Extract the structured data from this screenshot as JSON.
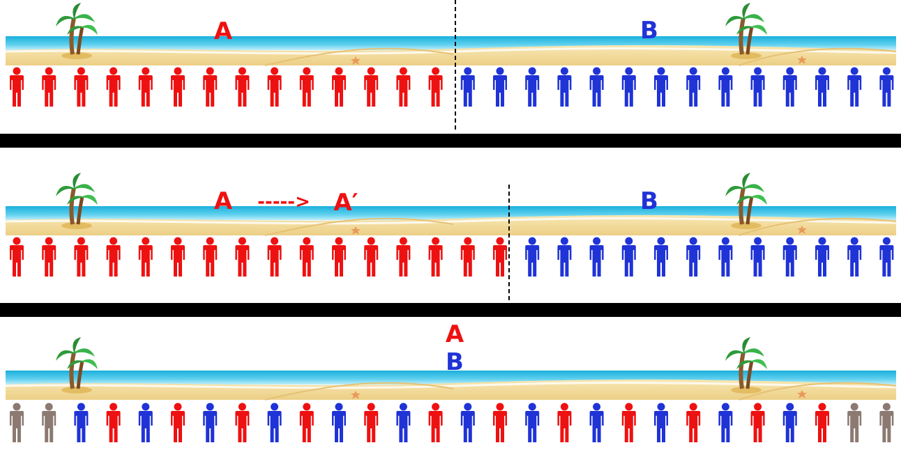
{
  "colors": {
    "seller_a": "#ee1111",
    "seller_b": "#1f33d6",
    "neutral": "#8c7a72",
    "separator_bar": "#000000",
    "sea": "#1fb6e0",
    "sand": "#f3dc9a"
  },
  "icons": [
    "palm-tree-icon",
    "person-icon",
    "starfish-icon"
  ],
  "panels": [
    {
      "id": "initial",
      "labels": [
        {
          "key": "a",
          "text": "A",
          "color": "seller_a"
        },
        {
          "key": "b",
          "text": "B",
          "color": "seller_b"
        }
      ],
      "arrow_text": "",
      "people": [
        "a",
        "a",
        "a",
        "a",
        "a",
        "a",
        "a",
        "a",
        "a",
        "a",
        "a",
        "a",
        "a",
        "a",
        "b",
        "b",
        "b",
        "b",
        "b",
        "b",
        "b",
        "b",
        "b",
        "b",
        "b",
        "b",
        "b",
        "b"
      ],
      "has_divider": true
    },
    {
      "id": "move",
      "labels": [
        {
          "key": "a",
          "text": "A",
          "color": "seller_a"
        },
        {
          "key": "a_prime",
          "text": "A′",
          "color": "seller_a"
        },
        {
          "key": "b",
          "text": "B",
          "color": "seller_b"
        }
      ],
      "arrow_text": "----->",
      "people": [
        "a",
        "a",
        "a",
        "a",
        "a",
        "a",
        "a",
        "a",
        "a",
        "a",
        "a",
        "a",
        "a",
        "a",
        "a",
        "a",
        "b",
        "b",
        "b",
        "b",
        "b",
        "b",
        "b",
        "b",
        "b",
        "b",
        "b",
        "b"
      ],
      "has_divider": true
    },
    {
      "id": "equilibrium",
      "labels": [
        {
          "key": "a",
          "text": "A",
          "color": "seller_a"
        },
        {
          "key": "b",
          "text": "B",
          "color": "seller_b"
        }
      ],
      "arrow_text": "",
      "people": [
        "n",
        "n",
        "b",
        "a",
        "b",
        "a",
        "b",
        "a",
        "b",
        "a",
        "b",
        "a",
        "b",
        "a",
        "b",
        "a",
        "b",
        "a",
        "b",
        "a",
        "b",
        "a",
        "b",
        "a",
        "b",
        "a",
        "n",
        "n"
      ],
      "has_divider": false
    }
  ]
}
